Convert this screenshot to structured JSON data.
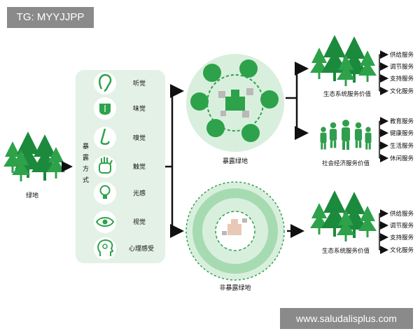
{
  "top_tag": "TG: MYYJJPP",
  "watermark": "www.saludalisplus.com",
  "green_space": "绿地",
  "exposure_mode": [
    "暴",
    "露",
    "方",
    "式"
  ],
  "senses": [
    "听觉",
    "味觉",
    "嗅觉",
    "触觉",
    "光感",
    "视觉",
    "心理感受"
  ],
  "sense_icons": [
    "ear-icon",
    "tongue-icon",
    "nose-icon",
    "hand-icon",
    "light-bulb-icon",
    "eye-icon",
    "head-mind-icon"
  ],
  "exposed_green": "暴露绿地",
  "non_exposed_green": "非暴露绿地",
  "eco_value_label": "生态系统服务价值",
  "socio_value_label": "社会经济服务价值",
  "eco_services": [
    "供给服务",
    "调节服务",
    "支持服务",
    "文化服务"
  ],
  "socio_services": [
    "教育服务",
    "健康服务",
    "生活服务",
    "休闲服务"
  ],
  "colors": {
    "dark_green": "#1c8a3c",
    "mid_green": "#2da24a",
    "light_green": "#8fd39e",
    "panel": "#e4f1e6",
    "circle": "#d9efdd",
    "people": "#2f9e4e",
    "black": "#111111"
  }
}
